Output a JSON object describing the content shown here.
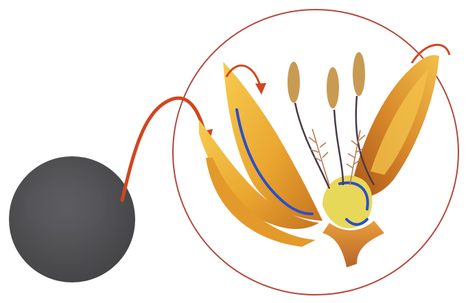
{
  "figure": {
    "background": "#ffffff",
    "colors": {
      "circle_outline": "#b5473a",
      "dark_disc": "#555558",
      "arrow": "#d2461e",
      "glume_light": "#f5c443",
      "glume_mid": "#e7a230",
      "glume_dark": "#b8641c",
      "lodicule": "#e8d85a",
      "vascular_blue": "#2a4fc9",
      "anther": "#c99a52",
      "filament": "#4a3a48",
      "stigma": "#b87c5a"
    },
    "icons": [
      "magnified-floret",
      "dark-disc",
      "curved-arrow"
    ]
  }
}
